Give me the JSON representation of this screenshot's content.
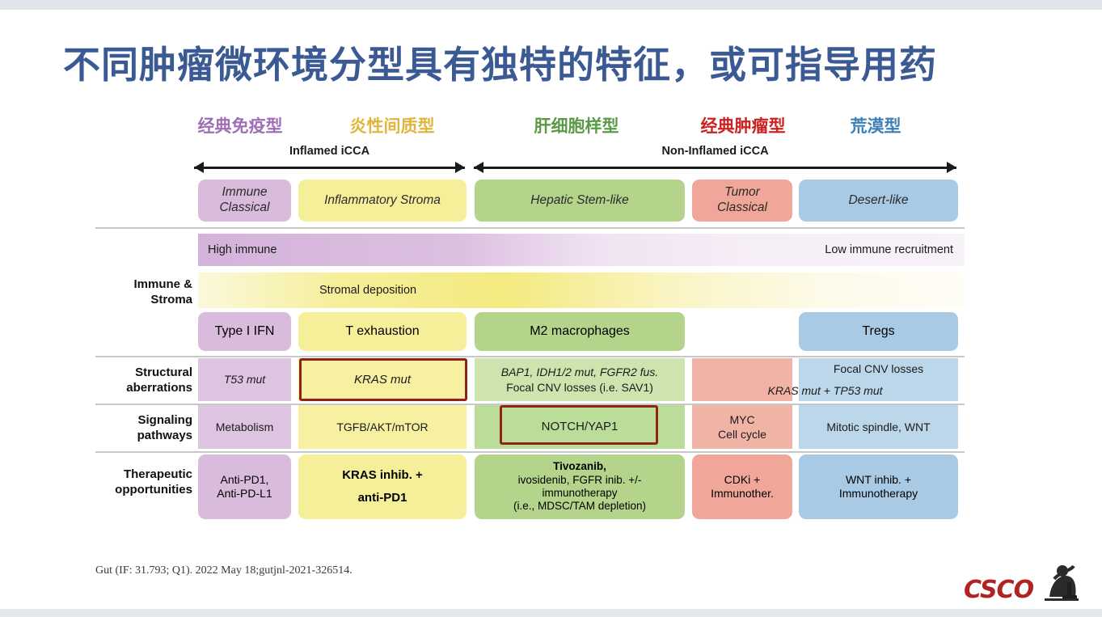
{
  "slide": {
    "title": "不同肿瘤微环境分型具有独特的特征，或可指导用药",
    "citation": "Gut (IF: 31.793; Q1). 2022 May 18;gutjnl-2021-326514.",
    "logo_text": "CSCO",
    "logo_icon": "csco-researcher-microscope-icon"
  },
  "colors": {
    "title": "#3b5a93",
    "immune_classical": "#d9bcdc",
    "inflammatory_stroma": "#f6ef9a",
    "hepatic_stem_like": "#b3d48a",
    "tumor_classical": "#f0a79a",
    "desert_like": "#a9cae4",
    "highlight_frame": "#8e2418",
    "rule": "#c8c8c8"
  },
  "cn_headers": [
    {
      "label": "经典免疫型",
      "color": "#9f6fb5"
    },
    {
      "label": "炎性间质型",
      "color": "#e0b53c"
    },
    {
      "label": "肝细胞样型",
      "color": "#5a9a47"
    },
    {
      "label": "经典肿瘤型",
      "color": "#cc2222"
    },
    {
      "label": "荒漠型",
      "color": "#3e7fb5"
    }
  ],
  "arrows": [
    {
      "label": "Inflamed iCCA"
    },
    {
      "label": "Non-Inflamed iCCA"
    }
  ],
  "subtypes": [
    {
      "label": "Immune\nClassical",
      "name": "immune-classical"
    },
    {
      "label": "Inflammatory Stroma",
      "name": "inflammatory-stroma"
    },
    {
      "label": "Hepatic Stem-like",
      "name": "hepatic-stem-like"
    },
    {
      "label": "Tumor\nClassical",
      "name": "tumor-classical"
    },
    {
      "label": "Desert-like",
      "name": "desert-like"
    }
  ],
  "rows": {
    "immune_stroma": {
      "label": "Immune &\nStroma",
      "gradient_immune": {
        "left_label": "High immune",
        "right_label": "Low immune recruitment"
      },
      "gradient_stroma": {
        "label": "Stromal deposition"
      },
      "cells": [
        {
          "label": "Type I IFN"
        },
        {
          "label": "T exhaustion"
        },
        {
          "label": "M2 macrophages"
        },
        {
          "label": ""
        },
        {
          "label": "Tregs"
        }
      ]
    },
    "structural": {
      "label": "Structural\naberrations",
      "cells": [
        {
          "label": "T53 mut"
        },
        {
          "label": "KRAS mut",
          "highlighted": true
        },
        {
          "line1": "BAP1, IDH1/2 mut, FGFR2 fus.",
          "line2": "Focal CNV losses (i.e. SAV1)"
        },
        {
          "label": "KRAS mut + TP53 mut"
        },
        {
          "label": "Focal CNV losses"
        }
      ]
    },
    "signaling": {
      "label": "Signaling\npathways",
      "cells": [
        {
          "label": "Metabolism"
        },
        {
          "label": "TGFB/AKT/mTOR"
        },
        {
          "label": "NOTCH/YAP1",
          "highlighted": true
        },
        {
          "line1": "MYC",
          "line2": "Cell cycle"
        },
        {
          "label": "Mitotic spindle, WNT"
        }
      ]
    },
    "therapeutic": {
      "label": "Therapeutic\nopportunities",
      "cells": [
        {
          "line1": "Anti-PD1,",
          "line2": "Anti-PD-L1"
        },
        {
          "line1": "KRAS inhib. +",
          "line2": "anti-PD1"
        },
        {
          "line1": "Tivozanib,",
          "line2": "ivosidenib, FGFR inib. +/-",
          "line3": "immunotherapy",
          "line4": "(i.e., MDSC/TAM depletion)"
        },
        {
          "line1": "CDKi +",
          "line2": "Immunother."
        },
        {
          "line1": "WNT inhib. +",
          "line2": "Immunotherapy"
        }
      ]
    }
  }
}
